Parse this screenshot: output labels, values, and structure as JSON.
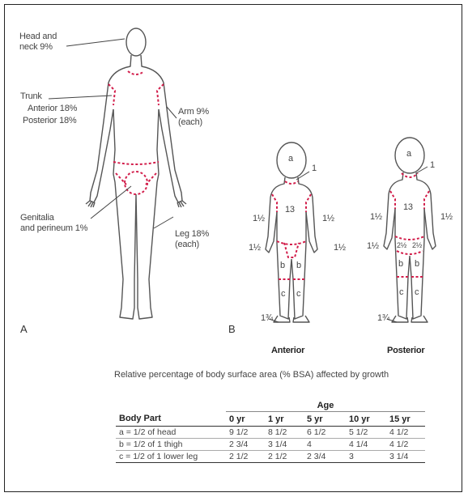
{
  "figure_a": {
    "head_neck": [
      "Head and",
      "neck 9%"
    ],
    "trunk": "Trunk",
    "trunk_anterior": "Anterior 18%",
    "trunk_posterior": "Posterior 18%",
    "arm": [
      "Arm 9%",
      "(each)"
    ],
    "genitalia": [
      "Genitalia",
      "and perineum 1%"
    ],
    "leg": [
      "Leg 18%",
      "(each)"
    ],
    "panel_label": "A"
  },
  "figure_b": {
    "panel_label": "B",
    "anterior_caption": "Anterior",
    "posterior_caption": "Posterior",
    "region_a": "a",
    "region_b": "b",
    "region_c": "c",
    "trunk_value": "13",
    "neck_value": "1",
    "limb_value": "1½",
    "foot_value": "1¾",
    "buttock_value": "2½"
  },
  "caption": "Relative percentage of body surface area (% BSA) affected by growth",
  "table": {
    "age_header": "Age",
    "columns": [
      "Body Part",
      "0 yr",
      "1 yr",
      "5 yr",
      "10 yr",
      "15 yr"
    ],
    "rows": [
      [
        "a = 1/2 of head",
        "9 1/2",
        "8 1/2",
        "6 1/2",
        "5 1/2",
        "4 1/2"
      ],
      [
        "b = 1/2 of 1 thigh",
        "2 3/4",
        "3 1/4",
        "4",
        "4 1/4",
        "4 1/2"
      ],
      [
        "c = 1/2 of 1 lower leg",
        "2 1/2",
        "2 1/2",
        "2 3/4",
        "3",
        "3 1/4"
      ]
    ]
  },
  "colors": {
    "outline": "#555555",
    "boundary": "#d21e4b"
  }
}
